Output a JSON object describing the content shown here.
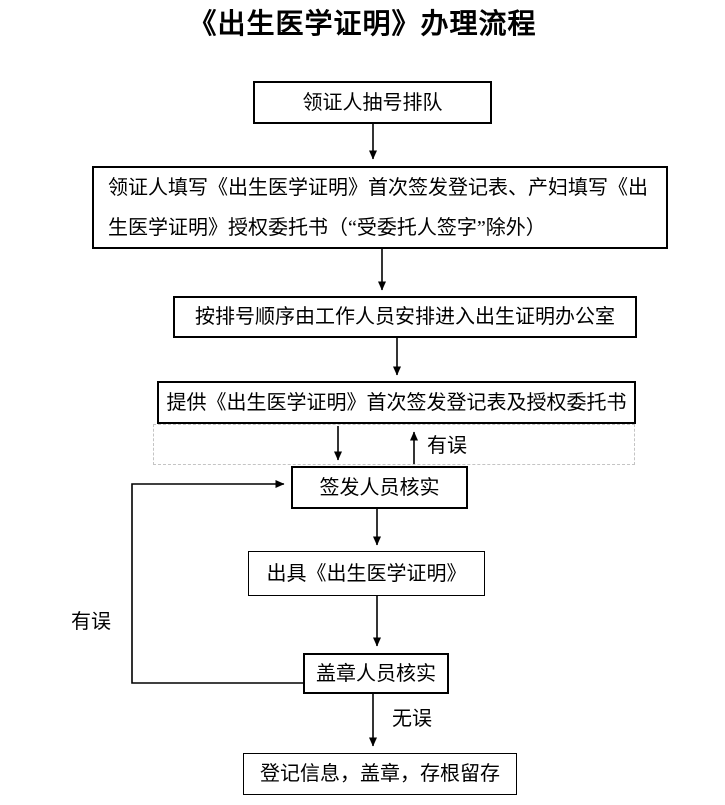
{
  "title": "《出生医学证明》办理流程",
  "flowchart": {
    "nodes": [
      {
        "id": "queue",
        "label": "领证人抽号排队"
      },
      {
        "id": "fill-forms",
        "label": "领证人填写《出生医学证明》首次签发登记表、产妇填写《出生医学证明》授权委托书（“受委托人签字”除外）"
      },
      {
        "id": "enter-office",
        "label": "按排号顺序由工作人员安排进入出生证明办公室"
      },
      {
        "id": "provide-docs",
        "label": "提供《出生医学证明》首次签发登记表及授权委托书"
      },
      {
        "id": "issuer-verify",
        "label": "签发人员核实"
      },
      {
        "id": "issue-cert",
        "label": "出具《出生医学证明》"
      },
      {
        "id": "stamp-verify",
        "label": "盖章人员核实"
      },
      {
        "id": "register",
        "label": "登记信息，盖章，存根留存"
      }
    ],
    "edge_labels": {
      "error_top": "有误",
      "error_left": "有误",
      "no_error": "无误"
    }
  },
  "colors": {
    "background": "#ffffff",
    "line": "#000000",
    "text": "#000000",
    "dashed_border": "#c4c4c4"
  }
}
